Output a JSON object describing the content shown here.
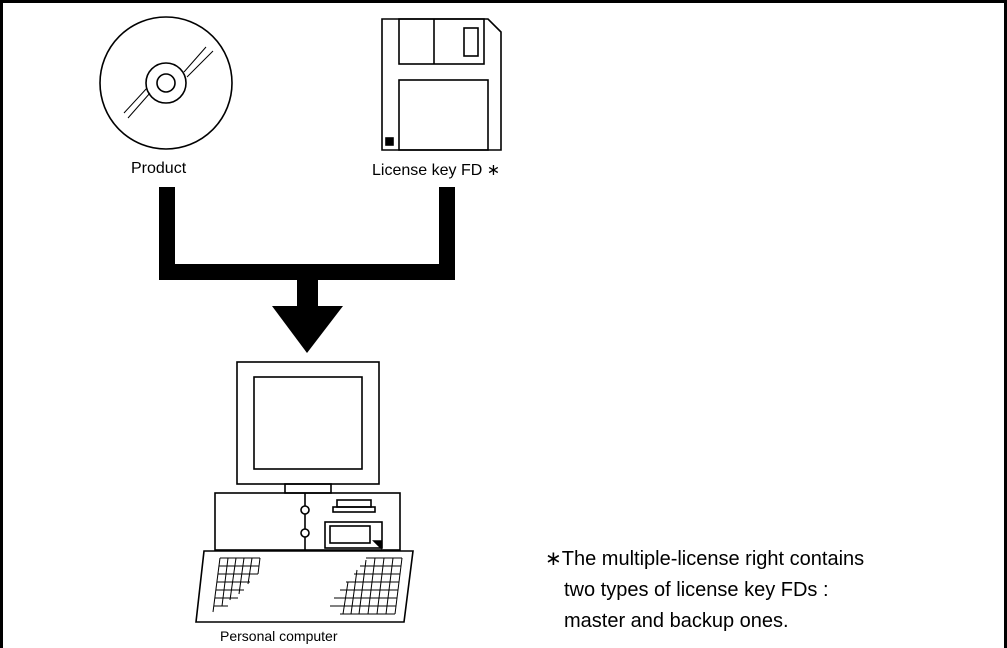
{
  "labels": {
    "product": "Product",
    "license_key_fd": "License key FD",
    "asterisk": "∗",
    "personal_computer": "Personal computer"
  },
  "note": {
    "mark": "∗",
    "line1": "The multiple-license right contains",
    "line2": "two types of license key FDs :",
    "line3": "master and backup ones."
  }
}
